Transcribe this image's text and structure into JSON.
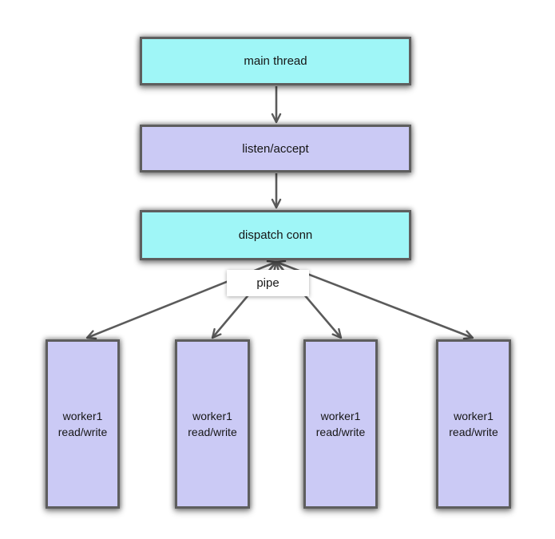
{
  "diagram": {
    "nodes": {
      "main": {
        "label": "main thread",
        "fill": "#9ff6f7"
      },
      "listen": {
        "label": "listen/accept",
        "fill": "#cbcaf5"
      },
      "dispatch": {
        "label": "dispatch conn",
        "fill": "#9ff6f7"
      },
      "pipe": {
        "label": "pipe",
        "fill": "#ffffff"
      },
      "workers": [
        {
          "line1": "worker1",
          "line2": "read/write",
          "fill": "#cbcaf5"
        },
        {
          "line1": "worker1",
          "line2": "read/write",
          "fill": "#cbcaf5"
        },
        {
          "line1": "worker1",
          "line2": "read/write",
          "fill": "#cbcaf5"
        },
        {
          "line1": "worker1",
          "line2": "read/write",
          "fill": "#cbcaf5"
        }
      ]
    },
    "edges": [
      {
        "from": "main thread",
        "to": "listen/accept",
        "arrowheads": "end"
      },
      {
        "from": "listen/accept",
        "to": "dispatch conn",
        "arrowheads": "end"
      },
      {
        "from": "dispatch conn",
        "to": "worker 1",
        "label": "pipe",
        "arrowheads": "both"
      },
      {
        "from": "dispatch conn",
        "to": "worker 2",
        "label": "pipe",
        "arrowheads": "both"
      },
      {
        "from": "dispatch conn",
        "to": "worker 3",
        "label": "pipe",
        "arrowheads": "both"
      },
      {
        "from": "dispatch conn",
        "to": "worker 4",
        "label": "pipe",
        "arrowheads": "both"
      }
    ],
    "colors": {
      "cyan_fill": "#9ff6f7",
      "lavender_fill": "#cbcaf5",
      "box_border": "#5e5e5e",
      "edge_stroke": "#5b5b5b",
      "text": "#161616",
      "background": "#ffffff"
    }
  }
}
